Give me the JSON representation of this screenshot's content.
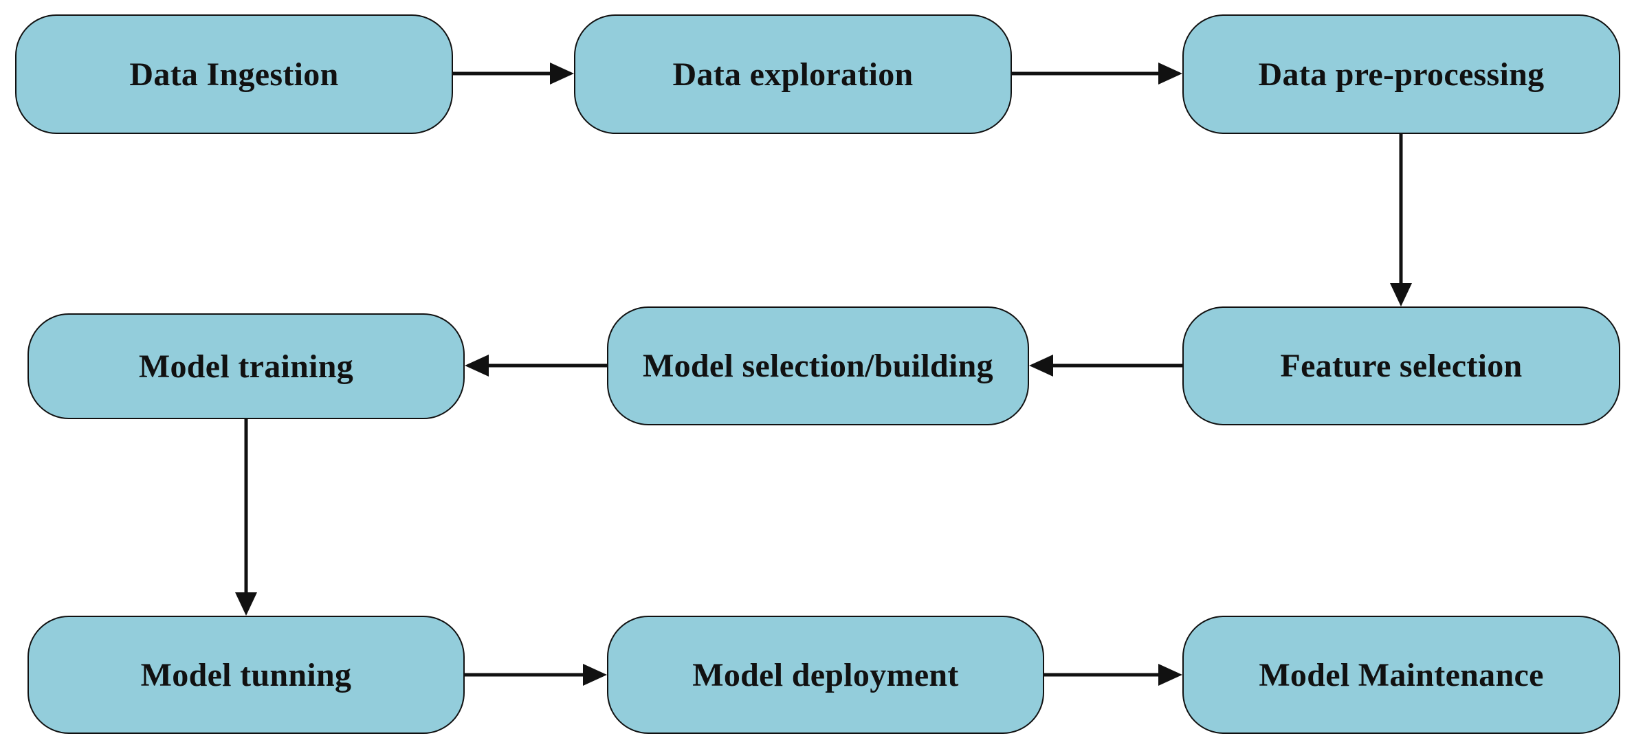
{
  "diagram": {
    "nodes": [
      {
        "id": "n1",
        "label": "Data Ingestion"
      },
      {
        "id": "n2",
        "label": "Data exploration"
      },
      {
        "id": "n3",
        "label": "Data pre-processing"
      },
      {
        "id": "n4",
        "label": "Model training"
      },
      {
        "id": "n5",
        "label": "Model selection/building"
      },
      {
        "id": "n6",
        "label": "Feature selection"
      },
      {
        "id": "n7",
        "label": "Model tunning"
      },
      {
        "id": "n8",
        "label": "Model deployment"
      },
      {
        "id": "n9",
        "label": "Model Maintenance"
      }
    ],
    "edges": [
      {
        "from": "n1",
        "to": "n2"
      },
      {
        "from": "n2",
        "to": "n3"
      },
      {
        "from": "n3",
        "to": "n6"
      },
      {
        "from": "n6",
        "to": "n5"
      },
      {
        "from": "n5",
        "to": "n4"
      },
      {
        "from": "n4",
        "to": "n7"
      },
      {
        "from": "n7",
        "to": "n8"
      },
      {
        "from": "n8",
        "to": "n9"
      }
    ],
    "colors": {
      "node_fill": "#93cddb",
      "node_border": "#111111",
      "arrow": "#111111",
      "text": "#111111"
    }
  }
}
